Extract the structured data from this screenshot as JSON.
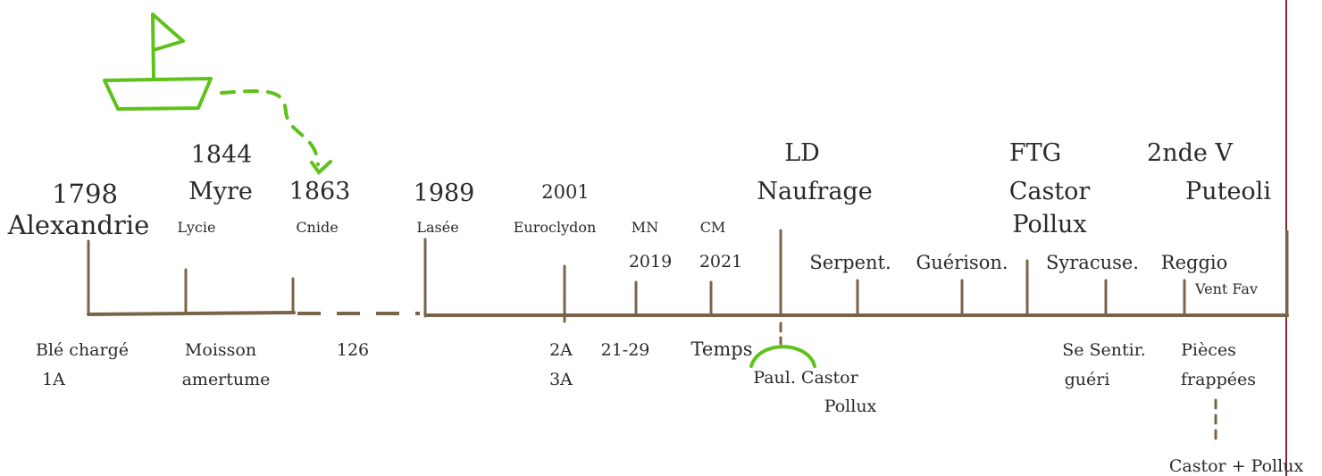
{
  "colors": {
    "timeline": "#7a6449",
    "accent": "#5ec21a",
    "border": "#7a2a35",
    "text": "#2a2a2a"
  },
  "icons": {
    "boat": "sailboat-icon",
    "arrow": "curved-dashed-arrow-icon"
  },
  "top": {
    "y1798": "1798",
    "alexandrie": "Alexandrie",
    "y1844": "1844",
    "myre": "Myre",
    "lycie": "Lycie",
    "y1863": "1863",
    "cnide": "Cnide",
    "y1989": "1989",
    "lasee": "Lasée",
    "y2001": "2001",
    "euroclydon": "Euroclydon",
    "mn": "MN",
    "y2019": "2019",
    "cm": "CM",
    "y2021": "2021",
    "ld": "LD",
    "naufrage": "Naufrage",
    "serpent": "Serpent.",
    "guerison": "Guérison.",
    "ftg": "FTG",
    "castor": "Castor",
    "pollux": "Pollux",
    "syracuse": "Syracuse.",
    "v2": "2nde V",
    "puteoli": "Puteoli",
    "reggio": "Reggio",
    "ventfav": "Vent Fav"
  },
  "bottom": {
    "ble": "Blé chargé",
    "a1": "1A",
    "moisson": "Moisson",
    "amertume": "amertume",
    "n126": "126",
    "a2": "2A",
    "a3": "3A",
    "r2129": "21-29",
    "temps": "Temps",
    "paul": "Paul. Castor",
    "pollux": "Pollux",
    "sesentir": "Se Sentir.",
    "gueri": "guéri",
    "pieces": "Pièces",
    "frappees": "frappées",
    "castorpollux": "Castor + Pollux"
  }
}
